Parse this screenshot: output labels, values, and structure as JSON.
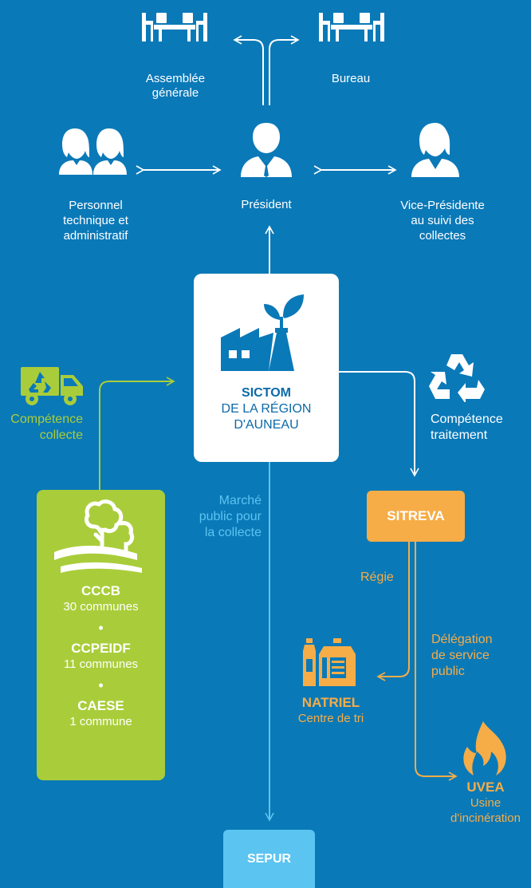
{
  "assemblee": [
    "Assemblée",
    "générale"
  ],
  "bureau": "Bureau",
  "personnel": [
    "Personnel",
    "technique et",
    "administratif"
  ],
  "president": "Président",
  "vice_presidente": [
    "Vice-Présidente",
    "au suivi des",
    "collectes"
  ],
  "sictom": {
    "line1": "SICTOM",
    "line2": "DE LA RÉGION",
    "line3": "D'AUNEAU"
  },
  "competence_collecte": [
    "Compétence",
    "collecte"
  ],
  "competence_traitement": [
    "Compétence",
    "traitement"
  ],
  "marche_public": [
    "Marché",
    "public pour",
    "la collecte"
  ],
  "green_box": {
    "cccb": "CCCB",
    "cccb_sub": "30 communes",
    "ccpeidf": "CCPEIDF",
    "ccpeidf_sub": "11 communes",
    "caese": "CAESE",
    "caese_sub": "1 commune",
    "dot": "•"
  },
  "sitreva": "SITREVA",
  "regie": "Régie",
  "delegation": [
    "Délégation",
    "de service",
    "public"
  ],
  "natriel": {
    "name": "NATRIEL",
    "sub": "Centre de tri"
  },
  "uvea": {
    "name": "UVEA",
    "sub": [
      "Usine",
      "d'incinération"
    ]
  },
  "sepur": "SEPUR",
  "colors": {
    "bg": "#0a79b8",
    "green": "#a9cd3a",
    "orange": "#f6ad47",
    "lightblue": "#5bc4f1",
    "white": "#ffffff"
  }
}
